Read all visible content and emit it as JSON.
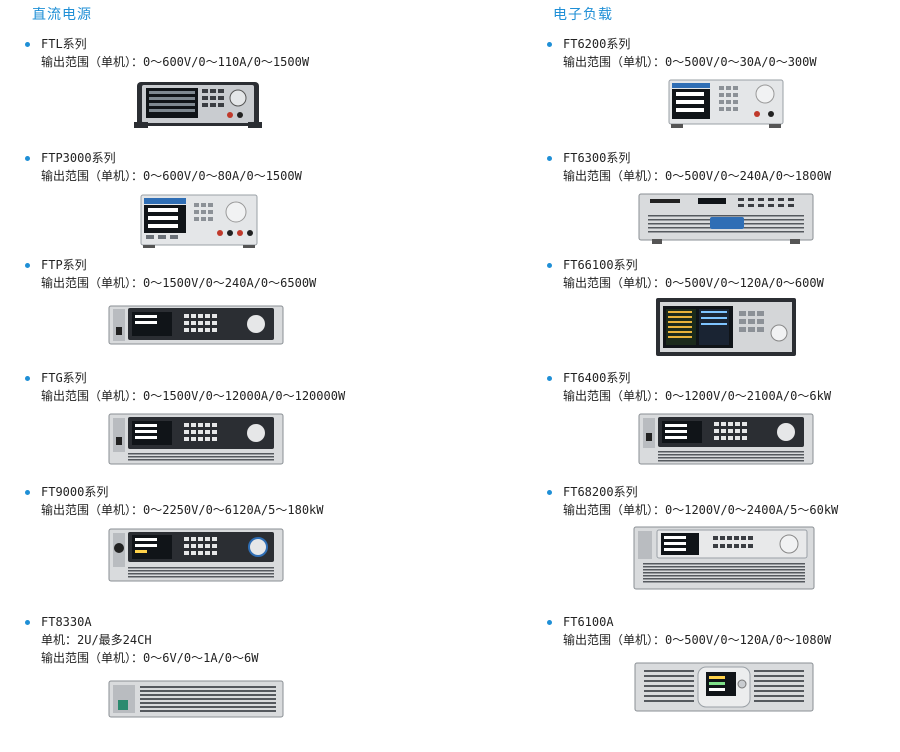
{
  "left_title": "直流电源",
  "right_title": "电子负载",
  "left_items": [
    {
      "name": "FTL系列",
      "lines": [
        "输出范围（单机）：0～600V/0～110A/0～1500W"
      ]
    },
    {
      "name": "FTP3000系列",
      "lines": [
        "输出范围（单机）：0～600V/0～80A/0～1500W"
      ]
    },
    {
      "name": "FTP系列",
      "lines": [
        "输出范围（单机）：0～1500V/0～240A/0～6500W"
      ]
    },
    {
      "name": "FTG系列",
      "lines": [
        "输出范围（单机）：0～1500V/0～12000A/0～120000W"
      ]
    },
    {
      "name": "FT9000系列",
      "lines": [
        "输出范围（单机）：0～2250V/0～6120A/5～180kW"
      ]
    },
    {
      "name": "FT8330A",
      "lines": [
        "单机：2U/最多24CH",
        "输出范围（单机）：0～6V/0～1A/0～6W"
      ]
    }
  ],
  "right_items": [
    {
      "name": "FT6200系列",
      "lines": [
        "输出范围（单机）：0～500V/0～30A/0～300W"
      ]
    },
    {
      "name": "FT6300系列",
      "lines": [
        "输出范围（单机）：0～500V/0～240A/0～1800W"
      ]
    },
    {
      "name": "FT66100系列",
      "lines": [
        "输出范围（单机）：0～500V/0～120A/0～600W"
      ]
    },
    {
      "name": "FT6400系列",
      "lines": [
        "输出范围（单机）：0～1200V/0～2100A/0～6kW"
      ]
    },
    {
      "name": "FT68200系列",
      "lines": [
        "输出范围（单机）：0～1200V/0～2400A/5～60kW"
      ]
    },
    {
      "name": "FT6100A",
      "lines": [
        "输出范围（单机）：0～500V/0～120A/0～1080W"
      ]
    }
  ],
  "colors": {
    "accent": "#1f8fd6",
    "device_body": "#d9dbdd",
    "device_dark": "#2b2e33",
    "screen": "#101418"
  },
  "device_icons": [
    "power-supply-icon",
    "electronic-load-icon"
  ]
}
